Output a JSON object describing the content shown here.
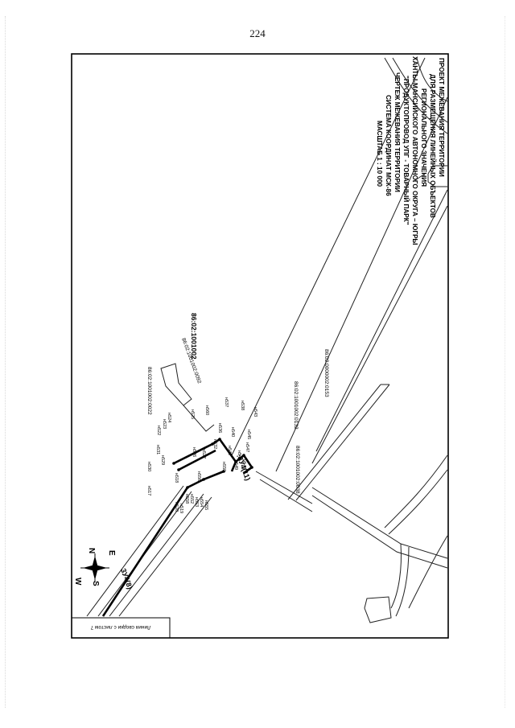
{
  "page_number": "224",
  "title_block": {
    "lines": [
      "ПРОЕКТ МЕЖЕВАНИЯ ТЕРРИТОРИИ",
      "ДЛЯ РАЗМЕЩЕНИЯ ЛИНЕЙНЫХ ОБЪЕКТОВ",
      "РЕГИОНАЛЬНОГО ЗНАЧЕНИЯ",
      "ХАНТЫ-МАНСИЙСКОГО АВТОНОМНОГО ОКРУГА – ЮГРЫ",
      "\"ПРОДУКТОПРОВОД УПГ - ТОВАРНЫЙ ПАРК\"",
      "ЧЕРТЕЖ МЕЖЕВАНИЯ ТЕРРИТОРИИ",
      "СИСТЕМА КООРДИНАТ МСК-86",
      "МАСШТАБ 1 : 10 000"
    ]
  },
  "compass": {
    "north": "N",
    "south": "S",
    "east": "E",
    "west": "W"
  },
  "match_line_label": "Линия сводки с листом 7",
  "parcels": {
    "block": "86:02:1001002",
    "p0022": "86:02:1001002:0022",
    "p0092": "86:02:1001002:0092",
    "p0132": "86:02:1001002:0132",
    "p0038": "86:02:1001002:0038",
    "p0153": "86:02:0000002:0153"
  },
  "zones": {
    "z1": "3У4(8)",
    "z2": ":3У4(11)"
  },
  "points": {
    "n517": "н517",
    "n518": "н518",
    "n519": "н519",
    "n520": "н520",
    "n522": "н522",
    "n523": "н523",
    "n524": "н524",
    "n525": "н525",
    "n526": "н526",
    "n527": "н527",
    "n529": "н529",
    "n530": "н530",
    "n531": "н531",
    "n532": "н532",
    "n536": "н536",
    "n537": "н537",
    "n538": "н538",
    "n540": "н540",
    "n542": "н542",
    "n543": "н543",
    "n545": "н545",
    "n546": "н546",
    "n547": "н547",
    "n548": "н548",
    "n549": "н549",
    "n550": "н550",
    "n552": "н552",
    "n553": "н553",
    "n554": "н554",
    "n555": "н555",
    "n556": "н556",
    "n558": "н558",
    "n560": "н560"
  }
}
